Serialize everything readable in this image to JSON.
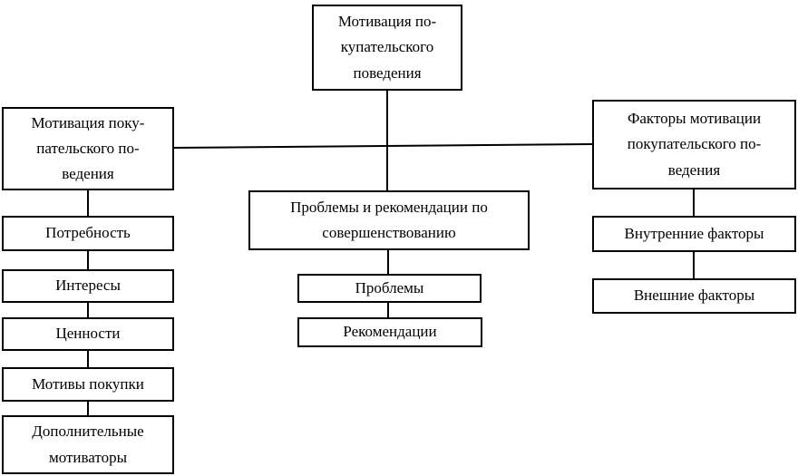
{
  "diagram": {
    "nodes": {
      "top": {
        "label": "Мотивация по-\nкупательского\nповедения"
      },
      "left_root": {
        "label": "Мотивация поку-\nпательского по-\nведения"
      },
      "need": {
        "label": "Потребность"
      },
      "interests": {
        "label": "Интересы"
      },
      "values": {
        "label": "Ценности"
      },
      "purchase_motives": {
        "label": "Мотивы покупки"
      },
      "additional_motivators": {
        "label": "Дополнительные\nмотиваторы"
      },
      "center_root": {
        "label": "Проблемы и рекомендации по\nсовершенствованию"
      },
      "problems": {
        "label": "Проблемы"
      },
      "recommendations": {
        "label": "Рекомендации"
      },
      "right_root": {
        "label": "Факторы мотивации\nпокупательского по-\nведения"
      },
      "internal_factors": {
        "label": "Внутренние факторы"
      },
      "external_factors": {
        "label": "Внешние факторы"
      }
    },
    "colors": {
      "border": "#000000",
      "background": "#ffffff",
      "text": "#000000"
    }
  }
}
